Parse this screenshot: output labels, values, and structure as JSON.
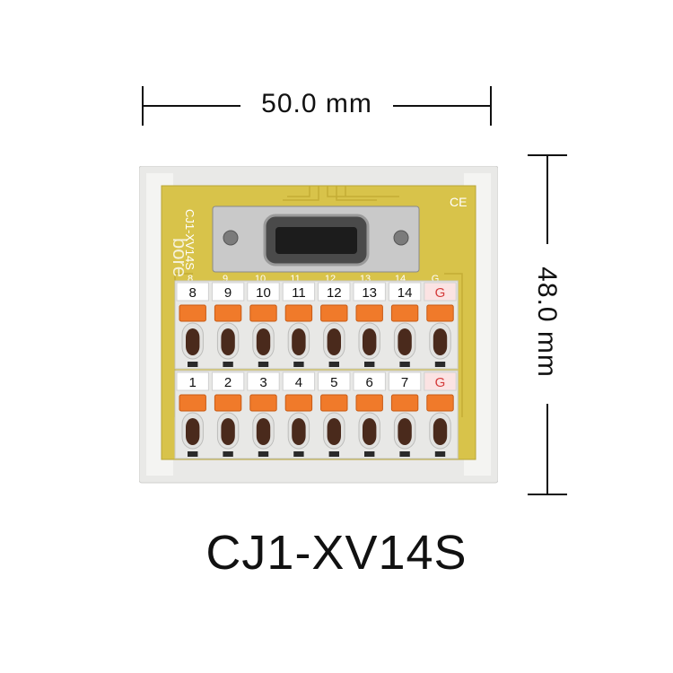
{
  "width_dimension": "50.0 mm",
  "height_dimension": "48.0 mm",
  "model_name": "CJ1-XV14S",
  "board": {
    "brand": "bore",
    "model_print": "CJ1-XV14S",
    "ce_mark": "CE",
    "pin_silk": [
      "8",
      "9",
      "10",
      "11",
      "12",
      "13",
      "14",
      "G"
    ]
  },
  "top_row_terminals": [
    "8",
    "9",
    "10",
    "11",
    "12",
    "13",
    "14",
    "G"
  ],
  "bottom_row_terminals": [
    "1",
    "2",
    "3",
    "4",
    "5",
    "6",
    "7",
    "G"
  ],
  "colors": {
    "pcb": "#d8c34a",
    "housing": "#e8e8e6",
    "lever": "#f07a2a",
    "ground_label": "#d43a3a"
  }
}
